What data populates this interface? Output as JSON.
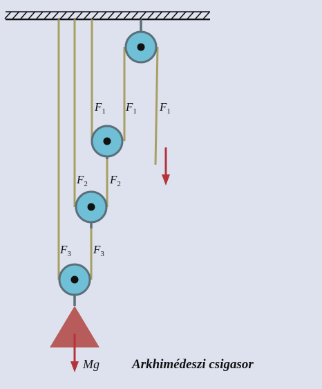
{
  "labels": {
    "f1": "F",
    "f1_sub": "1",
    "f2": "F",
    "f2_sub": "2",
    "f3": "F",
    "f3_sub": "3",
    "weight": "Mg"
  },
  "caption": "Arkhimédeszi csigasor",
  "colors": {
    "background": "#dde2ee",
    "rope": "#a8a062",
    "pulley_fill": "#6fbfd6",
    "pulley_rim": "#5a6f7a",
    "axle": "#111111",
    "arrow": "#b5333a",
    "weight": "#b85b5b",
    "ceiling": "#111111"
  }
}
